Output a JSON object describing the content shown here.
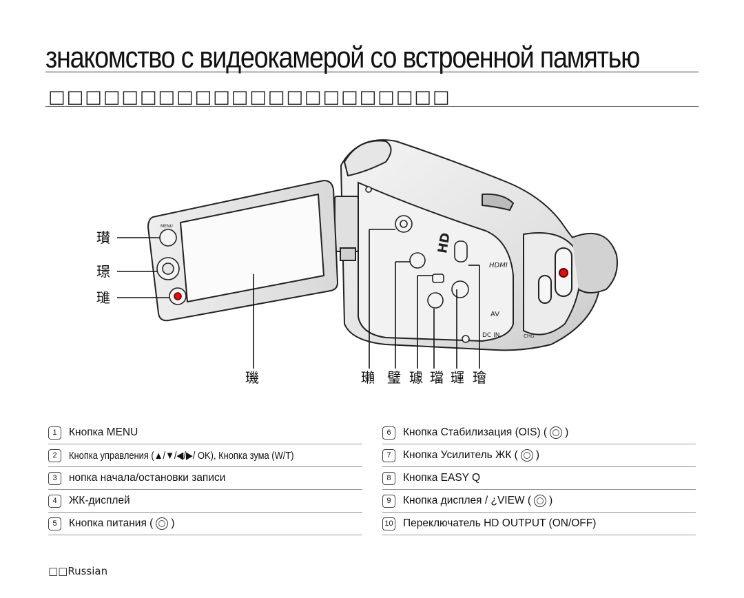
{
  "page": {
    "title": "знакомство с видеокамерой со встроенной памятью",
    "subtitle": "□□□□□□□□□□□□□□□□□□□□□□",
    "footer": "□□Russian"
  },
  "callouts": {
    "c1": "瓉",
    "c2": "璟",
    "c3": "璡",
    "c4": "璣",
    "c5": "瓎",
    "c6": "璧",
    "c7": "璩",
    "c8": "璫",
    "c9": "璭",
    "c10": "璯"
  },
  "table_left": [
    {
      "num": "1",
      "label": "Кнопка MENU"
    },
    {
      "num": "2",
      "label": "Кнопка управления (▲/▼/◀/▶/ OK), Кнопка зума (W/T)"
    },
    {
      "num": "3",
      "label": "нопка начала/остановки записи"
    },
    {
      "num": "4",
      "label": "ЖК-дисплей"
    },
    {
      "num": "5",
      "label": "Кнопка питания (",
      "icon": "power-icon",
      "suffix": ")"
    }
  ],
  "table_right": [
    {
      "num": "6",
      "label": "Кнопка Стабилизация (OIS) (",
      "icon": "ois-icon",
      "suffix": ")"
    },
    {
      "num": "7",
      "label": "Кнопка Усилитель ЖК (",
      "icon": "lcd-enhancer-icon",
      "suffix": ")"
    },
    {
      "num": "8",
      "label": "Кнопка EASY Q"
    },
    {
      "num": "9",
      "label": "Кнопка дисплея / ¿VIEW (",
      "icon": "display-icon",
      "suffix": ")"
    },
    {
      "num": "10",
      "label": "Переключатель HD OUTPUT (ON/OFF)"
    }
  ]
}
